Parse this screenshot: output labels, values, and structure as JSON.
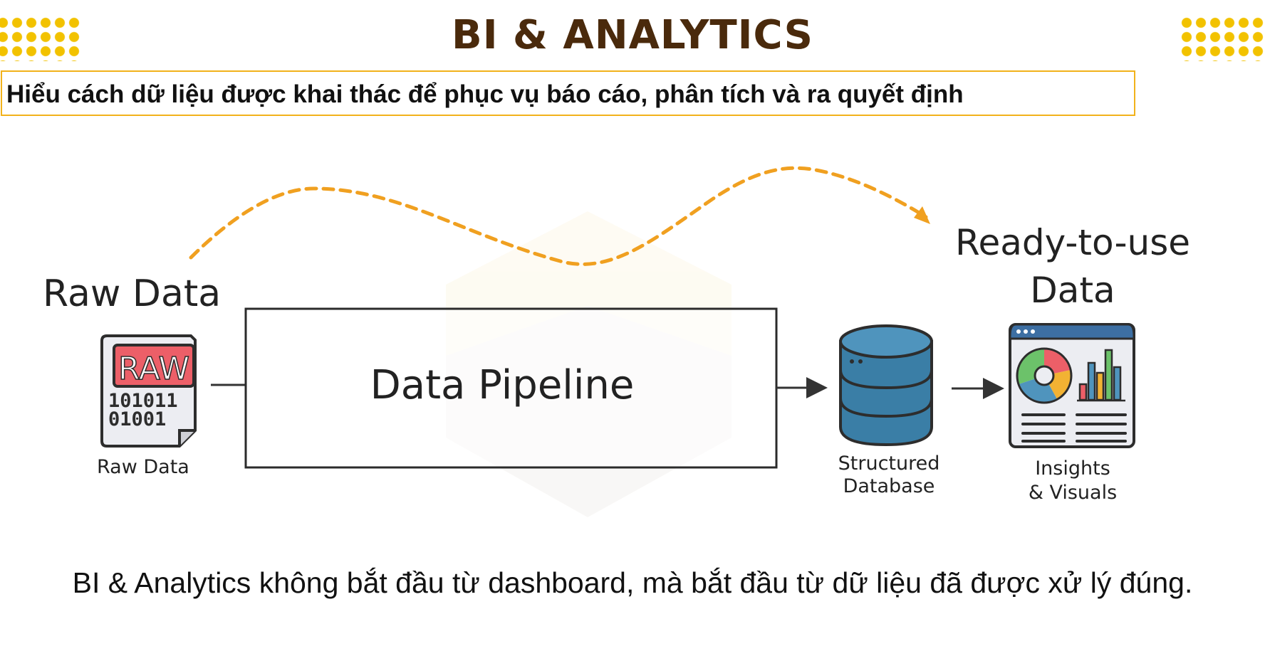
{
  "header": {
    "title": "BI & ANALYTICS",
    "subtitle": "Hiểu cách dữ liệu được khai thác để phục vụ báo cáo, phân tích và ra quyết định"
  },
  "diagram": {
    "raw_heading": "Raw Data",
    "raw_badge": "RAW",
    "raw_binary_1": "101011",
    "raw_binary_2": "01001",
    "raw_caption": "Raw Data",
    "pipeline_label": "Data Pipeline",
    "db_caption_1": "Structured",
    "db_caption_2": "Database",
    "ready_heading_1": "Ready-to-use",
    "ready_heading_2": "Data",
    "insights_caption_1": "Insights",
    "insights_caption_2": "& Visuals"
  },
  "footer": {
    "caption": "BI & Analytics không bắt đầu từ dashboard, mà bắt đầu từ dữ liệu đã được xử lý đúng."
  },
  "colors": {
    "accent_yellow": "#f2c200",
    "title_brown": "#4a2a0c",
    "arrow_orange": "#f0a020",
    "raw_red": "#ec5f68",
    "db_blue": "#3a7ea6"
  }
}
